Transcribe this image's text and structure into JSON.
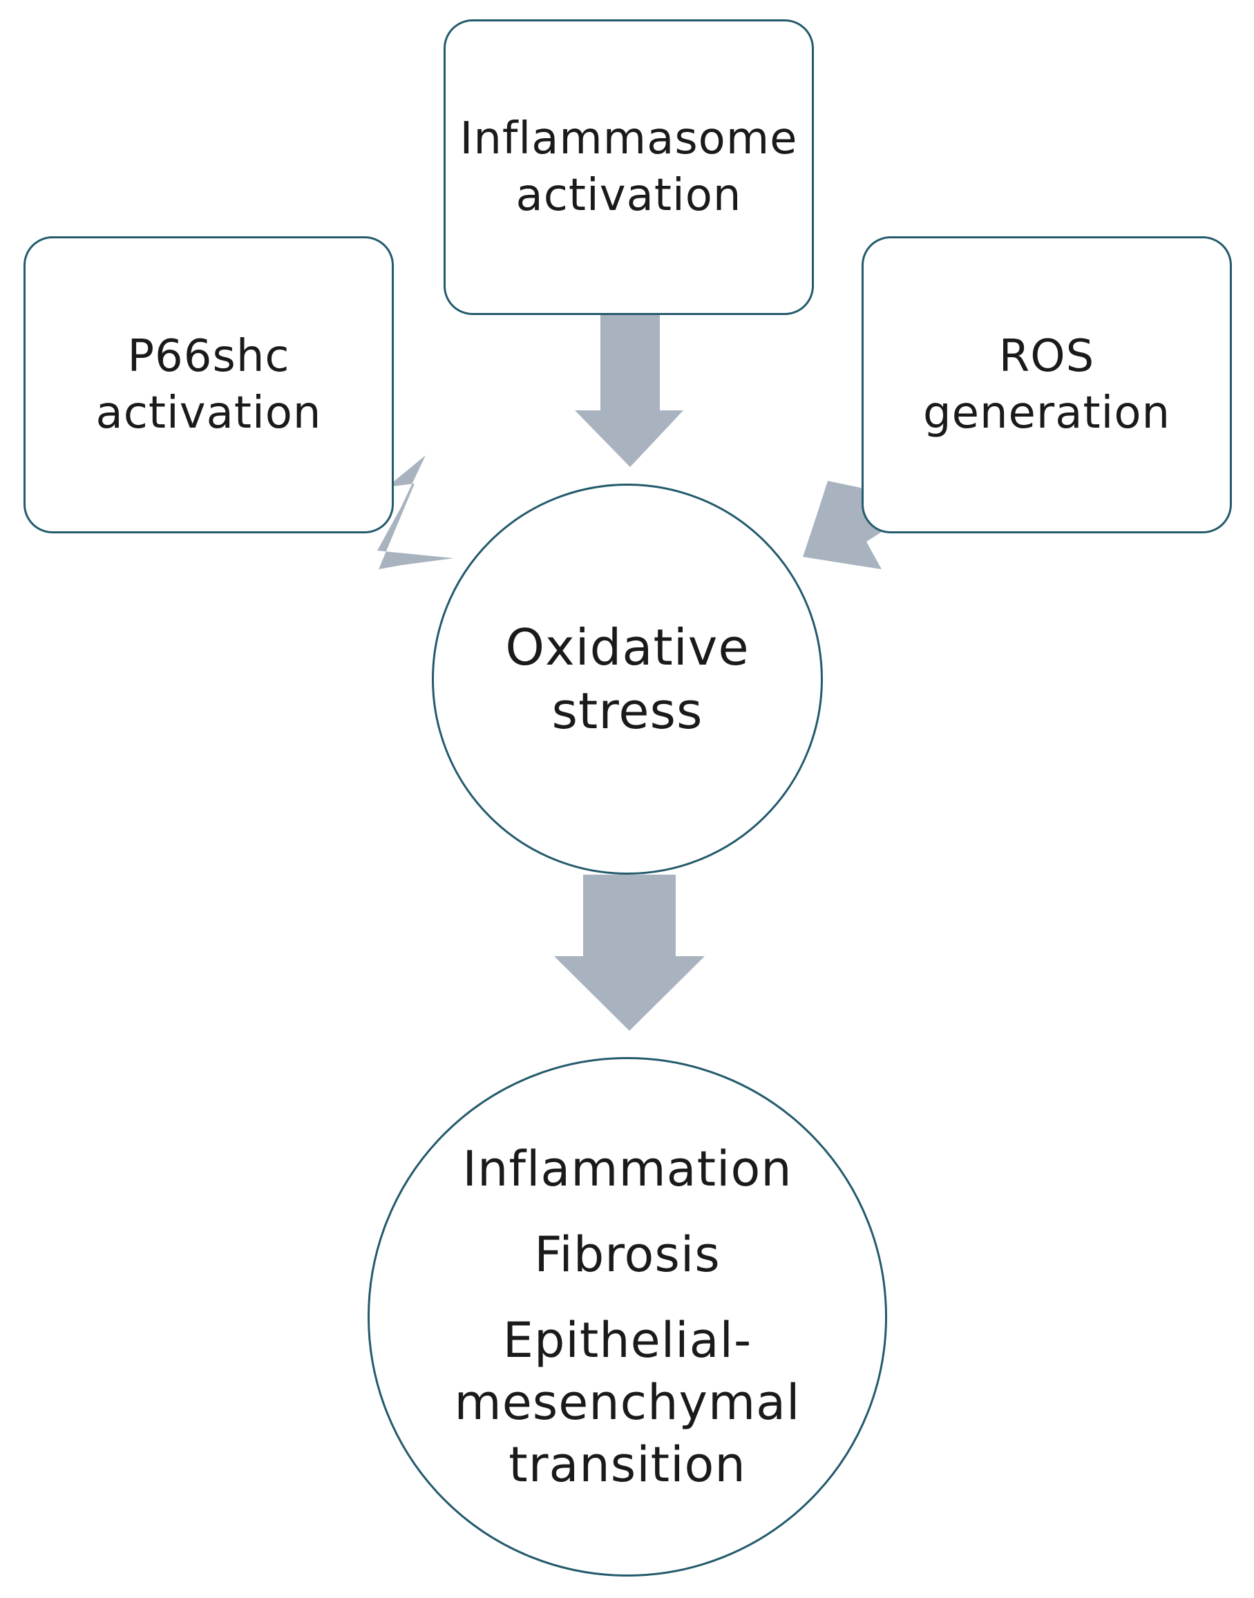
{
  "nodes": {
    "inflammasome": {
      "lines": [
        "Inflammasome",
        "activation"
      ]
    },
    "p66shc": {
      "lines": [
        "P66shc",
        "activation"
      ]
    },
    "ros": {
      "lines": [
        "ROS",
        "generation"
      ]
    },
    "oxidative_stress": {
      "lines": [
        "Oxidative",
        "stress"
      ]
    },
    "outcomes": {
      "items": [
        "Inflammation",
        "Fibrosis"
      ],
      "emt_lines": [
        "Epithelial-",
        "mesenchymal",
        "transition"
      ]
    }
  },
  "colors": {
    "box_border": "#235a6c",
    "arrow_fill": "#a8b3bf",
    "text": "#1a1a1a"
  }
}
